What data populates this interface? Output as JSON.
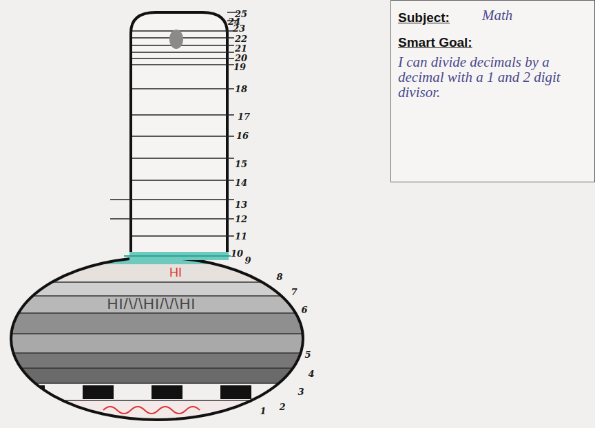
{
  "diagram": {
    "nodes": [
      {
        "text": [
          "Subject:",
          "Math",
          "Smart Goal:",
          "I can divide decimals by a decimal with a 1 and 2 digit divisor."
        ]
      }
    ],
    "labels": [
      "25",
      "24",
      "23",
      "22",
      "21",
      "20",
      "19",
      "18",
      "17",
      "16",
      "15",
      "14",
      "13",
      "12",
      "11",
      "10",
      "9",
      "8",
      "7",
      "6",
      "5",
      "4",
      "3",
      "2",
      "1",
      "HI",
      "HI/\\/\\HI/\\/\\HI"
    ]
  }
}
